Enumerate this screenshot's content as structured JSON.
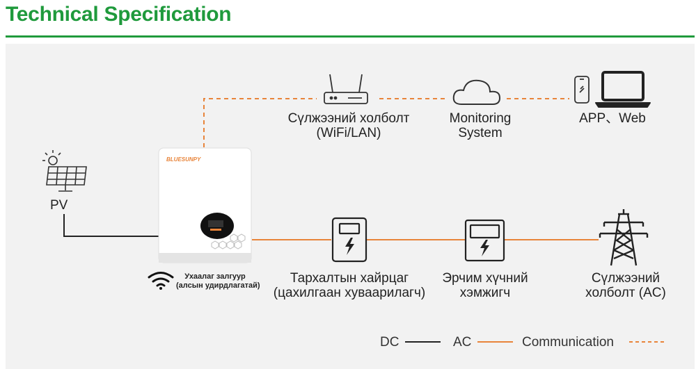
{
  "header": {
    "title": "Technical Specification"
  },
  "inverter": {
    "brand": "BLUESUNPY"
  },
  "nodes": {
    "pv": "PV",
    "network": {
      "line1": "Сүлжээний холболт",
      "line2": "(WiFi/LAN)"
    },
    "monitoring": {
      "line1": "Monitoring",
      "line2": "System"
    },
    "app": "APP、Web",
    "smart_plug": {
      "line1": "Ухаалаг залгуур",
      "line2": "(алсын удирдлагатай)"
    },
    "distribution": {
      "line1": "Тархалтын хайрцаг",
      "line2": "(цахилгаан хуваарилагч)"
    },
    "meter": {
      "line1": "Эрчим хүчний",
      "line2": "хэмжигч"
    },
    "grid": {
      "line1": "Сүлжээний",
      "line2": "холболт (AC)"
    }
  },
  "legend": {
    "dc": "DC",
    "ac": "AC",
    "communication": "Communication"
  },
  "colors": {
    "title": "#1f9a3c",
    "ac_line": "#e8843a",
    "dc_line": "#222222",
    "comm_line": "#e8843a"
  }
}
